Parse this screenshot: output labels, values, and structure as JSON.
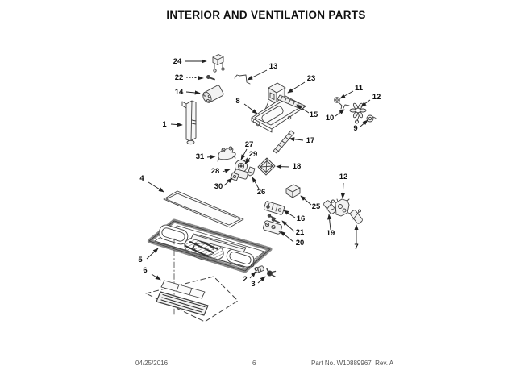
{
  "page": {
    "title": "INTERIOR AND VENTILATION PARTS",
    "footer": {
      "date": "04/25/2016",
      "page_number": "6",
      "part_no": "Part No. W10889967  Rev. A"
    }
  },
  "callouts": {
    "c1": {
      "label": "1"
    },
    "c2": {
      "label": "2"
    },
    "c3": {
      "label": "3"
    },
    "c4": {
      "label": "4"
    },
    "c5": {
      "label": "5"
    },
    "c6": {
      "label": "6"
    },
    "c7": {
      "label": "7"
    },
    "c8": {
      "label": "8"
    },
    "c9": {
      "label": "9"
    },
    "c10": {
      "label": "10"
    },
    "c11": {
      "label": "11"
    },
    "c12a": {
      "label": "12"
    },
    "c12b": {
      "label": "12"
    },
    "c13": {
      "label": "13"
    },
    "c14": {
      "label": "14"
    },
    "c15": {
      "label": "15"
    },
    "c16": {
      "label": "16"
    },
    "c17": {
      "label": "17"
    },
    "c18": {
      "label": "18"
    },
    "c19": {
      "label": "19"
    },
    "c20": {
      "label": "20"
    },
    "c21": {
      "label": "21"
    },
    "c22": {
      "label": "22"
    },
    "c23": {
      "label": "23"
    },
    "c24": {
      "label": "24"
    },
    "c25": {
      "label": "25"
    },
    "c26": {
      "label": "26"
    },
    "c27": {
      "label": "27"
    },
    "c28": {
      "label": "28"
    },
    "c29": {
      "label": "29"
    },
    "c30": {
      "label": "30"
    },
    "c31": {
      "label": "31"
    }
  }
}
